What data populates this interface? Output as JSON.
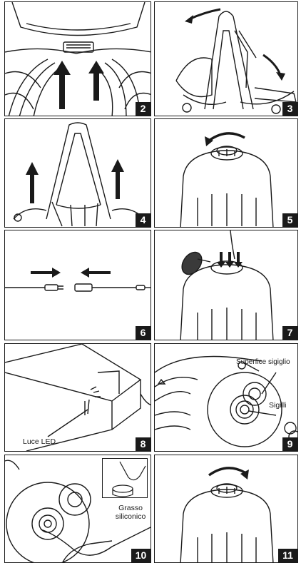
{
  "steps": [
    {
      "number": "2"
    },
    {
      "number": "3"
    },
    {
      "number": "4"
    },
    {
      "number": "5"
    },
    {
      "number": "6"
    },
    {
      "number": "7"
    },
    {
      "number": "8",
      "callout": "Luce LED"
    },
    {
      "number": "9",
      "callout_top": "Superfice sigiglio",
      "callout_bottom": "Sigilli"
    },
    {
      "number": "10",
      "callout_line1": "Grasso",
      "callout_line2": "siliconico"
    },
    {
      "number": "11"
    }
  ],
  "colors": {
    "stroke": "#1a1a1a",
    "badge": "#1a1a1a",
    "background": "#ffffff"
  }
}
